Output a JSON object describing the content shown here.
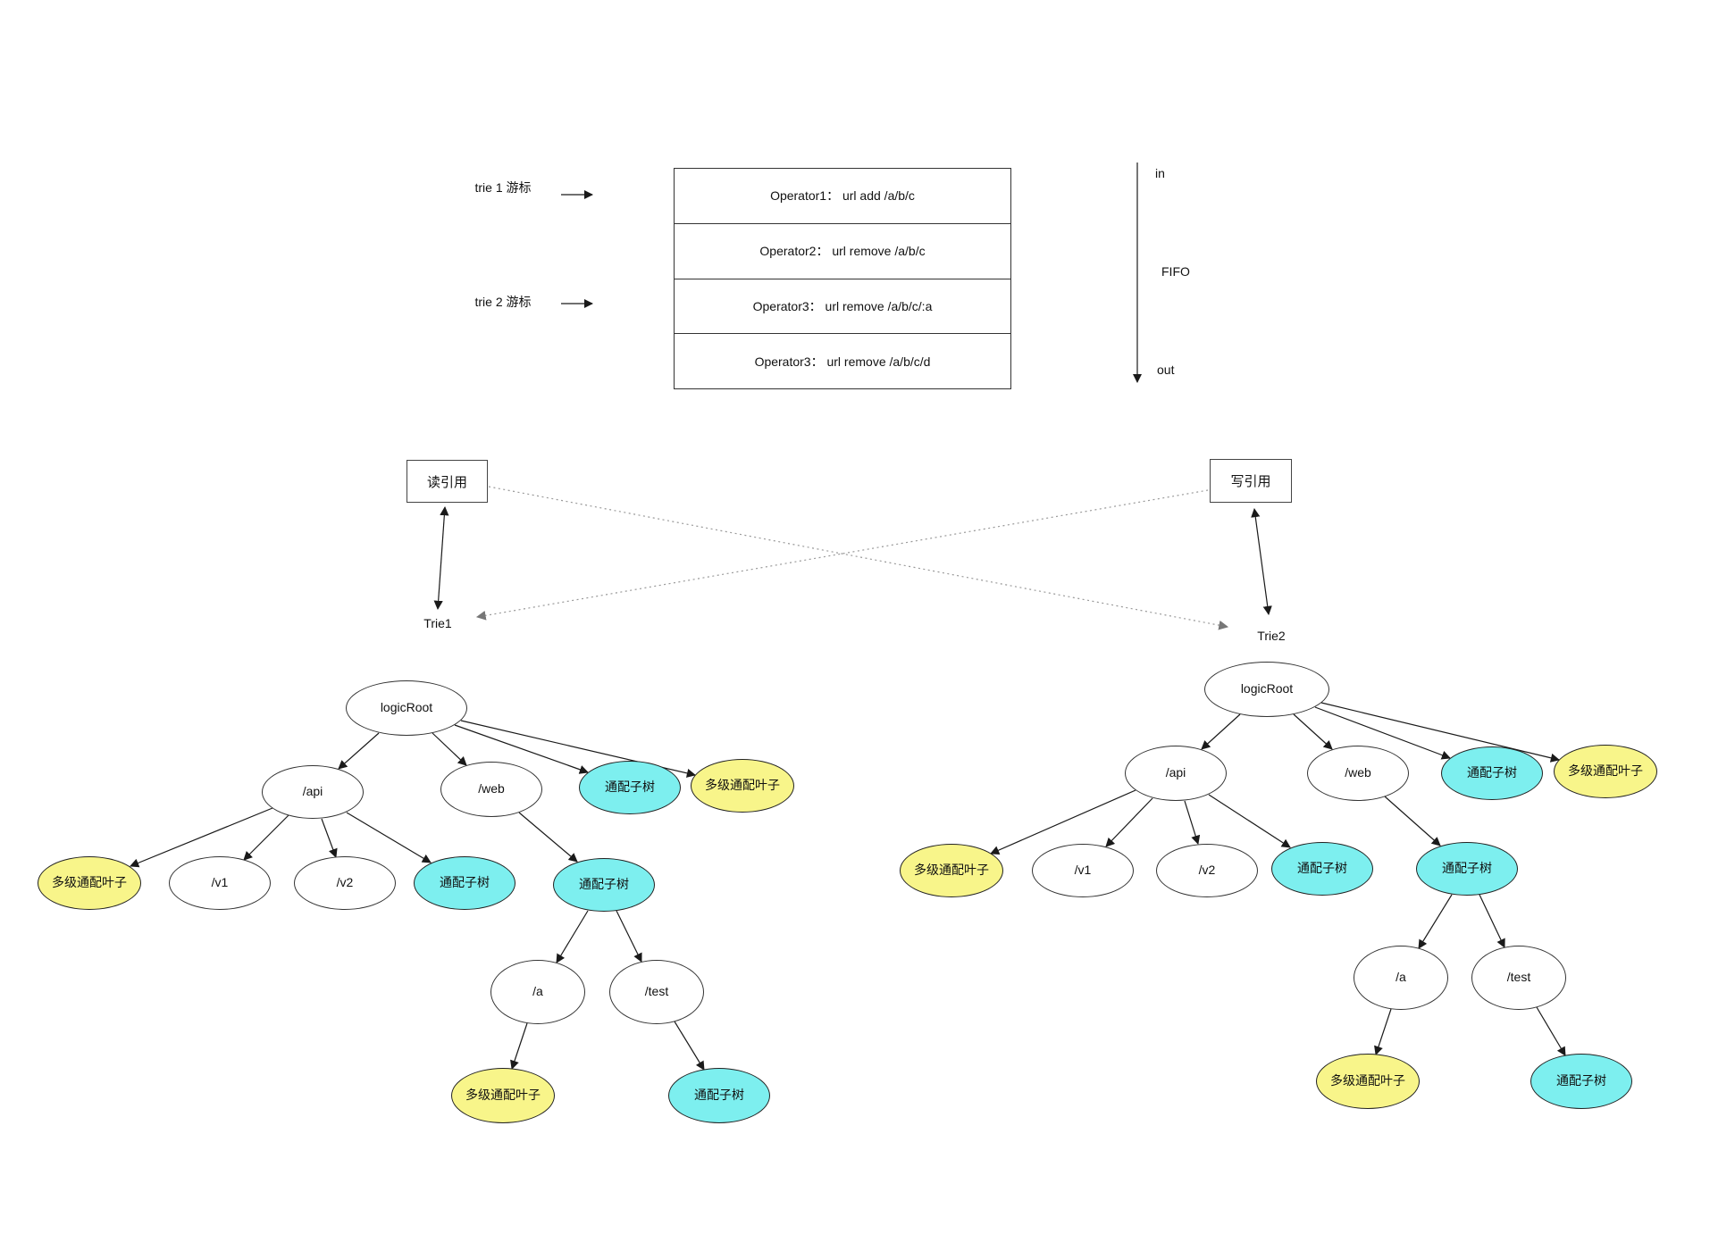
{
  "colors": {
    "wildcard_fill": "#7DEFEF",
    "leaf_fill": "#F8F58A",
    "line": "#1a1a1a",
    "dotted_line": "#999999"
  },
  "queue": {
    "cursor1_label": "trie 1 游标",
    "cursor2_label": "trie 2 游标",
    "rows": [
      "Operator1： url add /a/b/c",
      "Operator2： url remove /a/b/c",
      "Operator3： url remove /a/b/c/:a",
      "Operator3： url remove /a/b/c/d"
    ],
    "in_label": "in",
    "fifo_label": "FIFO",
    "out_label": "out"
  },
  "references": {
    "read_label": "读引用",
    "write_label": "写引用"
  },
  "trie1": {
    "title": "Trie1",
    "nodes": [
      {
        "label": "logicRoot",
        "type": "path"
      },
      {
        "label": "/api",
        "type": "path"
      },
      {
        "label": "/web",
        "type": "path"
      },
      {
        "label": "通配子树",
        "type": "wildcard-subtree"
      },
      {
        "label": "多级通配叶子",
        "type": "multi-wildcard-leaf"
      },
      {
        "label": "多级通配叶子",
        "type": "multi-wildcard-leaf"
      },
      {
        "label": "/v1",
        "type": "path"
      },
      {
        "label": "/v2",
        "type": "path"
      },
      {
        "label": "通配子树",
        "type": "wildcard-subtree"
      },
      {
        "label": "通配子树",
        "type": "wildcard-subtree"
      },
      {
        "label": "/a",
        "type": "path"
      },
      {
        "label": "/test",
        "type": "path"
      },
      {
        "label": "多级通配叶子",
        "type": "multi-wildcard-leaf"
      },
      {
        "label": "通配子树",
        "type": "wildcard-subtree"
      }
    ]
  },
  "trie2": {
    "title": "Trie2",
    "nodes": [
      {
        "label": "logicRoot",
        "type": "path"
      },
      {
        "label": "/api",
        "type": "path"
      },
      {
        "label": "/web",
        "type": "path"
      },
      {
        "label": "通配子树",
        "type": "wildcard-subtree"
      },
      {
        "label": "多级通配叶子",
        "type": "multi-wildcard-leaf"
      },
      {
        "label": "多级通配叶子",
        "type": "multi-wildcard-leaf"
      },
      {
        "label": "/v1",
        "type": "path"
      },
      {
        "label": "/v2",
        "type": "path"
      },
      {
        "label": "通配子树",
        "type": "wildcard-subtree"
      },
      {
        "label": "通配子树",
        "type": "wildcard-subtree"
      },
      {
        "label": "/a",
        "type": "path"
      },
      {
        "label": "/test",
        "type": "path"
      },
      {
        "label": "多级通配叶子",
        "type": "multi-wildcard-leaf"
      },
      {
        "label": "通配子树",
        "type": "wildcard-subtree"
      }
    ]
  }
}
